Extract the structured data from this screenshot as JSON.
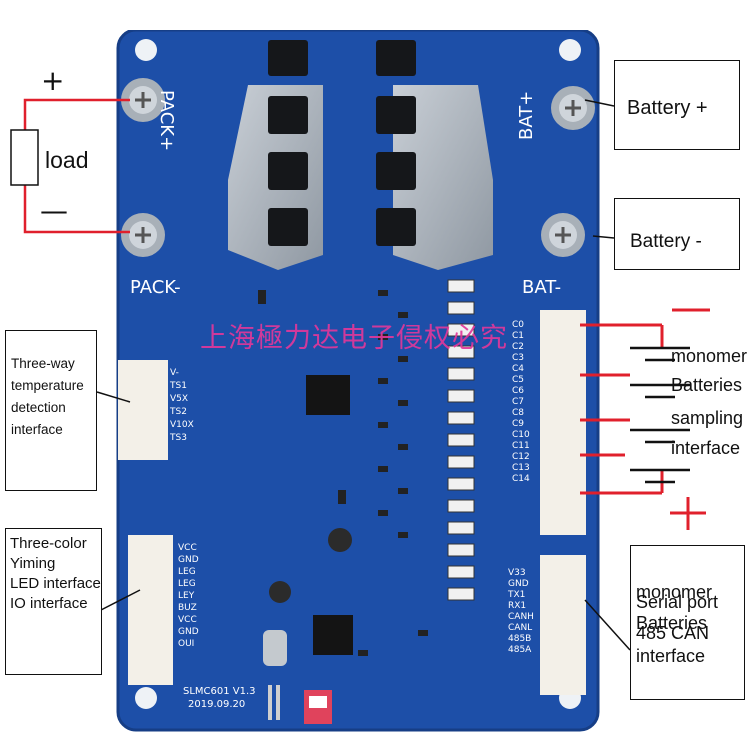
{
  "board": {
    "labels": {
      "pack_plus": "PACK+",
      "pack_minus": "PACK-",
      "bat_plus": "BAT+",
      "bat_minus": "BAT-",
      "model": "SLMC601 V1.3",
      "date": "2019.09.20"
    },
    "temp_pins": [
      "V-",
      "TS1",
      "V5X",
      "TS2",
      "V10X",
      "TS3"
    ],
    "led_pins": [
      "VCC",
      "GND",
      "LEG",
      "LEG",
      "LEY",
      "BUZ",
      "VCC",
      "GND",
      "OUI"
    ],
    "cell_pins": [
      "C0",
      "C1",
      "C2",
      "C3",
      "C4",
      "C5",
      "C6",
      "C7",
      "C8",
      "C9",
      "C10",
      "C11",
      "C12",
      "C13",
      "C14"
    ],
    "comm_pins": [
      "V33",
      "GND",
      "TX1",
      "RX1",
      "CANH",
      "CANL",
      "485B",
      "485A"
    ]
  },
  "watermark": "上海極力达电子侵权必究",
  "annotations": {
    "load": "load",
    "plus": "+",
    "minus": "—",
    "battery_plus": "Battery +",
    "battery_minus": "Battery -",
    "temperature": [
      "Three-way",
      "temperature",
      "detection",
      "interface"
    ],
    "led": [
      "Three-color",
      "Yiming",
      "LED interface",
      "IO interface"
    ],
    "sampling": [
      "monomer",
      "Batteries",
      "sampling",
      "interface"
    ],
    "serial": [
      "monomer",
      "Batteries",
      "485 CAN",
      "interface"
    ],
    "serial_overlay": "Serial port"
  },
  "colors": {
    "pcb": "#1d4fa8",
    "wire_red": "#e0202c",
    "watermark": "#e0389a"
  }
}
